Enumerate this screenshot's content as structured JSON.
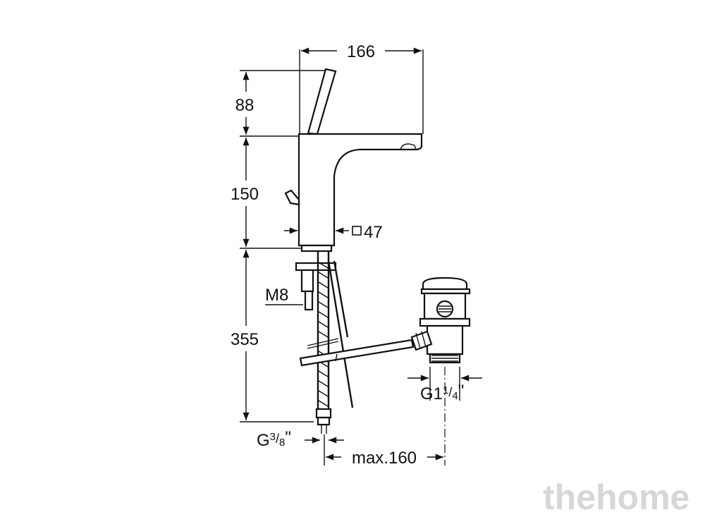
{
  "dimensions": {
    "width_total": "166",
    "lever_height": "88",
    "spout_height": "150",
    "body_square": "47",
    "below_deck": "355",
    "mount_thread": "M8",
    "supply_thread_prefix": "G",
    "supply_thread_sup": "3",
    "supply_thread_sub": "8",
    "supply_thread_suffix": "\"",
    "waste_thread_prefix": "G1",
    "waste_thread_sup": "1",
    "waste_thread_sub": "4",
    "waste_thread_suffix": "\"",
    "max_distance": "max.160"
  },
  "watermark": "thehome"
}
